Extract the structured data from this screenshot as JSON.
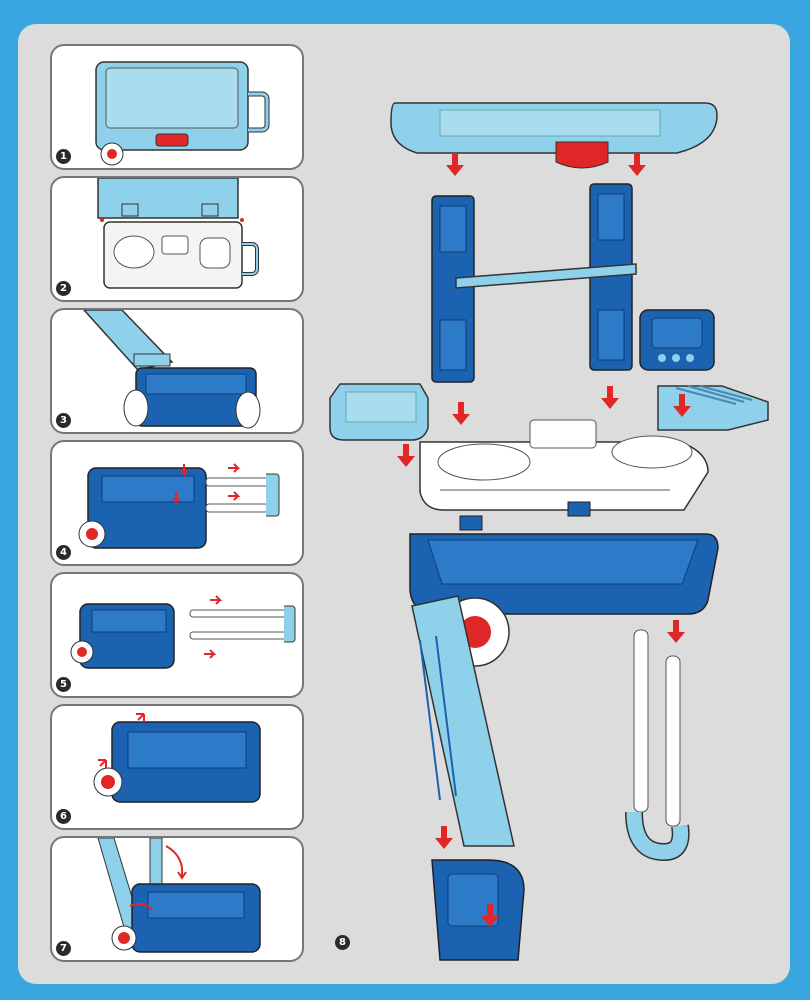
{
  "steps": [
    {
      "number": "1"
    },
    {
      "number": "2"
    },
    {
      "number": "3"
    },
    {
      "number": "4"
    },
    {
      "number": "5"
    },
    {
      "number": "6"
    },
    {
      "number": "7"
    }
  ],
  "main": {
    "number": "8"
  },
  "colors": {
    "background": "#3aa6e0",
    "sheet": "#dcdcdc",
    "dark_blue": "#1b63b0",
    "light_blue": "#8fd0ea",
    "red": "#e02626",
    "white": "#ffffff"
  },
  "icons": [
    "down-arrow-icon",
    "right-arrow-icon",
    "curved-arrow-icon"
  ]
}
